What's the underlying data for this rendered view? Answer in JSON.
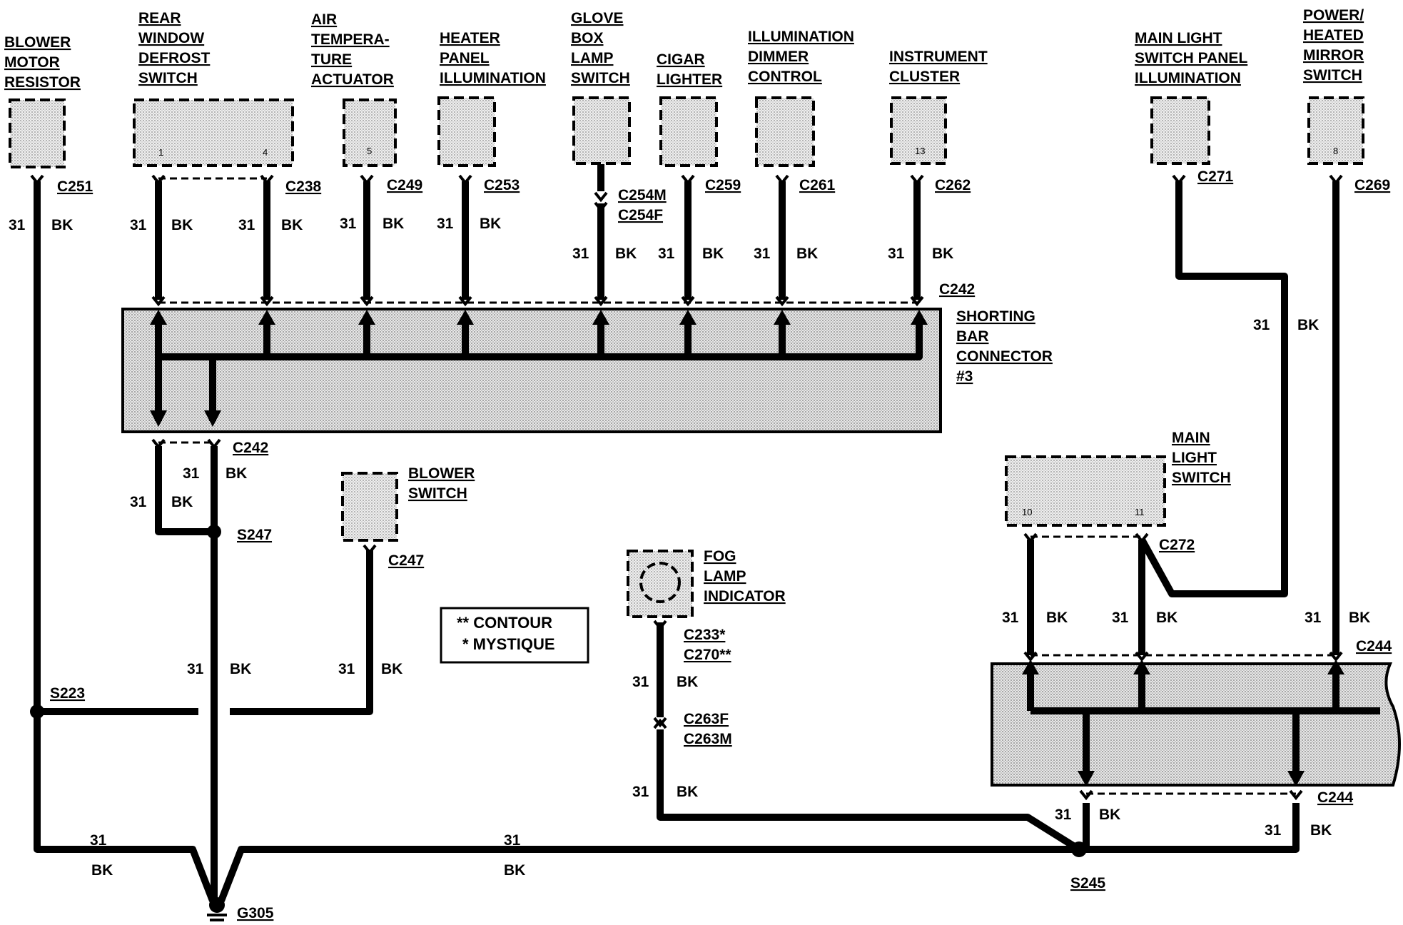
{
  "components": {
    "blower_motor_resistor": [
      "BLOWER",
      "MOTOR",
      "RESISTOR"
    ],
    "rear_window_defrost_switch": [
      "REAR",
      "WINDOW",
      "DEFROST",
      "SWITCH"
    ],
    "air_temperature_actuator": [
      "AIR",
      "TEMPERA-",
      "TURE",
      "ACTUATOR"
    ],
    "heater_panel_illumination": [
      "HEATER",
      "PANEL",
      "ILLUMINATION"
    ],
    "glove_box_lamp_switch": [
      "GLOVE",
      "BOX",
      "LAMP",
      "SWITCH"
    ],
    "cigar_lighter": [
      "CIGAR",
      "LIGHTER"
    ],
    "illumination_dimmer_control": [
      "ILLUMINATION",
      "DIMMER",
      "CONTROL"
    ],
    "instrument_cluster": [
      "INSTRUMENT",
      "CLUSTER"
    ],
    "main_light_switch_panel_illumination": [
      "MAIN LIGHT",
      "SWITCH PANEL",
      "ILLUMINATION"
    ],
    "power_heated_mirror_switch": [
      "POWER/",
      "HEATED",
      "MIRROR",
      "SWITCH"
    ],
    "shorting_bar_connector": [
      "SHORTING",
      "BAR",
      "CONNECTOR",
      "#3"
    ],
    "blower_switch": [
      "BLOWER",
      "SWITCH"
    ],
    "main_light_switch": [
      "MAIN",
      "LIGHT",
      "SWITCH"
    ],
    "fog_lamp_indicator": [
      "FOG",
      "LAMP",
      "INDICATOR"
    ]
  },
  "pins": {
    "defrost_left": "1",
    "defrost_right": "4",
    "air_temp": "5",
    "cluster": "13",
    "mirror": "8",
    "main_light_left": "10",
    "main_light_right": "11"
  },
  "connectors": {
    "c251": "C251",
    "c238": "C238",
    "c249": "C249",
    "c253": "C253",
    "c254m": "C254M",
    "c254f": "C254F",
    "c259": "C259",
    "c261": "C261",
    "c262": "C262",
    "c271": "C271",
    "c269": "C269",
    "c242_top": "C242",
    "c242_bottom": "C242",
    "c247": "C247",
    "c272": "C272",
    "c244_top": "C244",
    "c244_bottom": "C244",
    "c233": "C233*",
    "c270": "C270**",
    "c263f": "C263F",
    "c263m": "C263M"
  },
  "splices": {
    "s247": "S247",
    "s223": "S223",
    "s245": "S245"
  },
  "ground": "G305",
  "wire": {
    "circuit": "31",
    "color": "BK"
  },
  "legend": {
    "contour": "**  CONTOUR",
    "mystique": "*  MYSTIQUE"
  }
}
